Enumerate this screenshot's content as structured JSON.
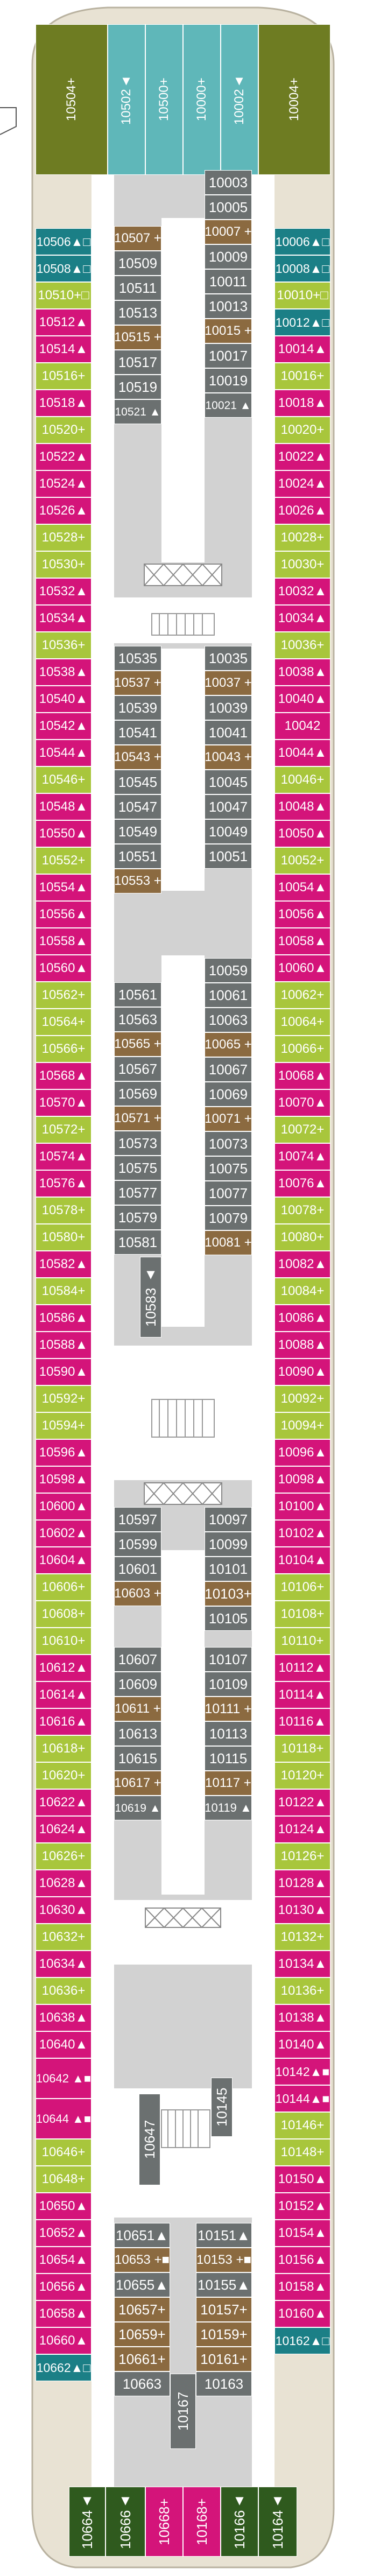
{
  "colors": {
    "magenta": "#d4147a",
    "lime": "#a8c63c",
    "teal": "#1b7f86",
    "grey": "#6b7070",
    "brown": "#8b6a40",
    "olive": "#6e7c22",
    "darkgreen": "#2f5a1e",
    "hull": "#e8e2d3",
    "core": "#d2d2d2",
    "corridor": "#ffffff",
    "aqua": "#5fb7b9"
  },
  "top_cabins": [
    {
      "label": "10504+",
      "color": "olive"
    },
    {
      "label": "10502▲",
      "color": "aqua"
    },
    {
      "label": "10500+",
      "color": "aqua"
    },
    {
      "label": "10000+",
      "color": "aqua"
    },
    {
      "label": "10002▲",
      "color": "aqua"
    },
    {
      "label": "10004+",
      "color": "olive"
    }
  ],
  "left_cabins": [
    {
      "label": "10506▲□",
      "color": "teal"
    },
    {
      "label": "10508▲□",
      "color": "teal"
    },
    {
      "label": "10510+□",
      "color": "lime"
    },
    {
      "label": "10512▲",
      "color": "magenta"
    },
    {
      "label": "10514▲",
      "color": "magenta"
    },
    {
      "label": "10516+",
      "color": "lime"
    },
    {
      "label": "10518▲",
      "color": "magenta"
    },
    {
      "label": "10520+",
      "color": "lime"
    },
    {
      "label": "10522▲",
      "color": "magenta"
    },
    {
      "label": "10524▲",
      "color": "magenta"
    },
    {
      "label": "10526▲",
      "color": "magenta"
    },
    {
      "label": "10528+",
      "color": "lime"
    },
    {
      "label": "10530+",
      "color": "lime"
    },
    {
      "label": "10532▲",
      "color": "magenta"
    },
    {
      "label": "10534▲",
      "color": "magenta"
    },
    {
      "label": "10536+",
      "color": "lime"
    },
    {
      "label": "10538▲",
      "color": "magenta"
    },
    {
      "label": "10540▲",
      "color": "magenta"
    },
    {
      "label": "10542▲",
      "color": "magenta"
    },
    {
      "label": "10544▲",
      "color": "magenta"
    },
    {
      "label": "10546+",
      "color": "lime"
    },
    {
      "label": "10548▲",
      "color": "magenta"
    },
    {
      "label": "10550▲",
      "color": "magenta"
    },
    {
      "label": "10552+",
      "color": "lime"
    },
    {
      "label": "10554▲",
      "color": "magenta"
    },
    {
      "label": "10556▲",
      "color": "magenta"
    },
    {
      "label": "10558▲",
      "color": "magenta"
    },
    {
      "label": "10560▲",
      "color": "magenta"
    },
    {
      "label": "10562+",
      "color": "lime"
    },
    {
      "label": "10564+",
      "color": "lime"
    },
    {
      "label": "10566+",
      "color": "lime"
    },
    {
      "label": "10568▲",
      "color": "magenta"
    },
    {
      "label": "10570▲",
      "color": "magenta"
    },
    {
      "label": "10572+",
      "color": "lime"
    },
    {
      "label": "10574▲",
      "color": "magenta"
    },
    {
      "label": "10576▲",
      "color": "magenta"
    },
    {
      "label": "10578+",
      "color": "lime"
    },
    {
      "label": "10580+",
      "color": "lime"
    },
    {
      "label": "10582▲",
      "color": "magenta"
    },
    {
      "label": "10584+",
      "color": "lime"
    },
    {
      "label": "10586▲",
      "color": "magenta"
    },
    {
      "label": "10588▲",
      "color": "magenta"
    },
    {
      "label": "10590▲",
      "color": "magenta"
    },
    {
      "label": "10592+",
      "color": "lime"
    },
    {
      "label": "10594+",
      "color": "lime"
    },
    {
      "label": "10596▲",
      "color": "magenta"
    },
    {
      "label": "10598▲",
      "color": "magenta"
    },
    {
      "label": "10600▲",
      "color": "magenta"
    },
    {
      "label": "10602▲",
      "color": "magenta"
    },
    {
      "label": "10604▲",
      "color": "magenta"
    },
    {
      "label": "10606+",
      "color": "lime"
    },
    {
      "label": "10608+",
      "color": "lime"
    },
    {
      "label": "10610+",
      "color": "lime"
    },
    {
      "label": "10612▲",
      "color": "magenta"
    },
    {
      "label": "10614▲",
      "color": "magenta"
    },
    {
      "label": "10616▲",
      "color": "magenta"
    },
    {
      "label": "10618+",
      "color": "lime"
    },
    {
      "label": "10620+",
      "color": "lime"
    },
    {
      "label": "10622▲",
      "color": "magenta"
    },
    {
      "label": "10624▲",
      "color": "magenta"
    },
    {
      "label": "10626+",
      "color": "lime"
    },
    {
      "label": "10628▲",
      "color": "magenta"
    },
    {
      "label": "10630▲",
      "color": "magenta"
    },
    {
      "label": "10632+",
      "color": "lime"
    },
    {
      "label": "10634▲",
      "color": "magenta"
    },
    {
      "label": "10636+",
      "color": "lime"
    },
    {
      "label": "10638▲",
      "color": "magenta"
    },
    {
      "label": "10640▲",
      "color": "magenta"
    },
    {
      "label": "10642 ▲■",
      "color": "magenta",
      "tall": true
    },
    {
      "label": "10644 ▲■",
      "color": "magenta",
      "tall": true
    },
    {
      "label": "10646+",
      "color": "lime"
    },
    {
      "label": "10648+",
      "color": "lime"
    },
    {
      "label": "10650▲",
      "color": "magenta"
    },
    {
      "label": "10652▲",
      "color": "magenta"
    },
    {
      "label": "10654▲",
      "color": "magenta"
    },
    {
      "label": "10656▲",
      "color": "magenta"
    },
    {
      "label": "10658▲",
      "color": "magenta"
    },
    {
      "label": "10660▲",
      "color": "magenta"
    },
    {
      "label": "10662▲□",
      "color": "teal"
    }
  ],
  "right_cabins": [
    {
      "label": "10006▲□",
      "color": "teal"
    },
    {
      "label": "10008▲□",
      "color": "teal"
    },
    {
      "label": "10010+□",
      "color": "lime"
    },
    {
      "label": "10012▲□",
      "color": "teal"
    },
    {
      "label": "10014▲",
      "color": "magenta"
    },
    {
      "label": "10016+",
      "color": "lime"
    },
    {
      "label": "10018▲",
      "color": "magenta"
    },
    {
      "label": "10020+",
      "color": "lime"
    },
    {
      "label": "10022▲",
      "color": "magenta"
    },
    {
      "label": "10024▲",
      "color": "magenta"
    },
    {
      "label": "10026▲",
      "color": "magenta"
    },
    {
      "label": "10028+",
      "color": "lime"
    },
    {
      "label": "10030+",
      "color": "lime"
    },
    {
      "label": "10032▲",
      "color": "magenta"
    },
    {
      "label": "10034▲",
      "color": "magenta"
    },
    {
      "label": "10036+",
      "color": "lime"
    },
    {
      "label": "10038▲",
      "color": "magenta"
    },
    {
      "label": "10040▲",
      "color": "magenta"
    },
    {
      "label": "10042",
      "color": "magenta"
    },
    {
      "label": "10044▲",
      "color": "magenta"
    },
    {
      "label": "10046+",
      "color": "lime"
    },
    {
      "label": "10048▲",
      "color": "magenta"
    },
    {
      "label": "10050▲",
      "color": "magenta"
    },
    {
      "label": "10052+",
      "color": "lime"
    },
    {
      "label": "10054▲",
      "color": "magenta"
    },
    {
      "label": "10056▲",
      "color": "magenta"
    },
    {
      "label": "10058▲",
      "color": "magenta"
    },
    {
      "label": "10060▲",
      "color": "magenta"
    },
    {
      "label": "10062+",
      "color": "lime"
    },
    {
      "label": "10064+",
      "color": "lime"
    },
    {
      "label": "10066+",
      "color": "lime"
    },
    {
      "label": "10068▲",
      "color": "magenta"
    },
    {
      "label": "10070▲",
      "color": "magenta"
    },
    {
      "label": "10072+",
      "color": "lime"
    },
    {
      "label": "10074▲",
      "color": "magenta"
    },
    {
      "label": "10076▲",
      "color": "magenta"
    },
    {
      "label": "10078+",
      "color": "lime"
    },
    {
      "label": "10080+",
      "color": "lime"
    },
    {
      "label": "10082▲",
      "color": "magenta"
    },
    {
      "label": "10084+",
      "color": "lime"
    },
    {
      "label": "10086▲",
      "color": "magenta"
    },
    {
      "label": "10088▲",
      "color": "magenta"
    },
    {
      "label": "10090▲",
      "color": "magenta"
    },
    {
      "label": "10092+",
      "color": "lime"
    },
    {
      "label": "10094+",
      "color": "lime"
    },
    {
      "label": "10096▲",
      "color": "magenta"
    },
    {
      "label": "10098▲",
      "color": "magenta"
    },
    {
      "label": "10100▲",
      "color": "magenta"
    },
    {
      "label": "10102▲",
      "color": "magenta"
    },
    {
      "label": "10104▲",
      "color": "magenta"
    },
    {
      "label": "10106+",
      "color": "lime"
    },
    {
      "label": "10108+",
      "color": "lime"
    },
    {
      "label": "10110+",
      "color": "lime"
    },
    {
      "label": "10112▲",
      "color": "magenta"
    },
    {
      "label": "10114▲",
      "color": "magenta"
    },
    {
      "label": "10116▲",
      "color": "magenta"
    },
    {
      "label": "10118+",
      "color": "lime"
    },
    {
      "label": "10120+",
      "color": "lime"
    },
    {
      "label": "10122▲",
      "color": "magenta"
    },
    {
      "label": "10124▲",
      "color": "magenta"
    },
    {
      "label": "10126+",
      "color": "lime"
    },
    {
      "label": "10128▲",
      "color": "magenta"
    },
    {
      "label": "10130▲",
      "color": "magenta"
    },
    {
      "label": "10132+",
      "color": "lime"
    },
    {
      "label": "10134▲",
      "color": "magenta"
    },
    {
      "label": "10136+",
      "color": "lime"
    },
    {
      "label": "10138▲",
      "color": "magenta"
    },
    {
      "label": "10140▲",
      "color": "magenta"
    },
    {
      "label": "10142▲■",
      "color": "magenta"
    },
    {
      "label": "10144▲■",
      "color": "magenta"
    },
    {
      "label": "10146+",
      "color": "lime"
    },
    {
      "label": "10148+",
      "color": "lime"
    },
    {
      "label": "10150▲",
      "color": "magenta"
    },
    {
      "label": "10152▲",
      "color": "magenta"
    },
    {
      "label": "10154▲",
      "color": "magenta"
    },
    {
      "label": "10156▲",
      "color": "magenta"
    },
    {
      "label": "10158▲",
      "color": "magenta"
    },
    {
      "label": "10160▲",
      "color": "magenta"
    },
    {
      "label": "10162▲□",
      "color": "teal"
    }
  ],
  "inner_upper_left": [
    {
      "label": "10507 +",
      "color": "brown"
    },
    {
      "label": "10509",
      "color": "grey"
    },
    {
      "label": "10511",
      "color": "grey"
    },
    {
      "label": "10513",
      "color": "grey"
    },
    {
      "label": "10515 +",
      "color": "brown"
    },
    {
      "label": "10517",
      "color": "grey"
    },
    {
      "label": "10519",
      "color": "grey"
    },
    {
      "label": "10521 ▲",
      "color": "grey"
    }
  ],
  "inner_upper_right": [
    {
      "label": "10003",
      "color": "grey"
    },
    {
      "label": "10005",
      "color": "grey"
    },
    {
      "label": "10007 +",
      "color": "brown"
    },
    {
      "label": "10009",
      "color": "grey"
    },
    {
      "label": "10011",
      "color": "grey"
    },
    {
      "label": "10013",
      "color": "grey"
    },
    {
      "label": "10015 +",
      "color": "brown"
    },
    {
      "label": "10017",
      "color": "grey"
    },
    {
      "label": "10019",
      "color": "grey"
    },
    {
      "label": "10021 ▲",
      "color": "grey"
    }
  ],
  "inner_mid_left": [
    {
      "label": "10535",
      "color": "grey"
    },
    {
      "label": "10537 +",
      "color": "brown"
    },
    {
      "label": "10539",
      "color": "grey"
    },
    {
      "label": "10541",
      "color": "grey"
    },
    {
      "label": "10543 +",
      "color": "brown"
    },
    {
      "label": "10545",
      "color": "grey"
    },
    {
      "label": "10547",
      "color": "grey"
    },
    {
      "label": "10549",
      "color": "grey"
    },
    {
      "label": "10551",
      "color": "grey"
    },
    {
      "label": "10553 +",
      "color": "brown"
    }
  ],
  "inner_mid_right": [
    {
      "label": "10035",
      "color": "grey"
    },
    {
      "label": "10037 +",
      "color": "brown"
    },
    {
      "label": "10039",
      "color": "grey"
    },
    {
      "label": "10041",
      "color": "grey"
    },
    {
      "label": "10043 +",
      "color": "brown"
    },
    {
      "label": "10045",
      "color": "grey"
    },
    {
      "label": "10047",
      "color": "grey"
    },
    {
      "label": "10049",
      "color": "grey"
    },
    {
      "label": "10051",
      "color": "grey"
    }
  ],
  "inner_low_left": [
    {
      "label": "10561",
      "color": "grey"
    },
    {
      "label": "10563",
      "color": "grey"
    },
    {
      "label": "10565 +",
      "color": "brown"
    },
    {
      "label": "10567",
      "color": "grey"
    },
    {
      "label": "10569",
      "color": "grey"
    },
    {
      "label": "10571 +",
      "color": "brown"
    },
    {
      "label": "10573",
      "color": "grey"
    },
    {
      "label": "10575",
      "color": "grey"
    },
    {
      "label": "10577",
      "color": "grey"
    },
    {
      "label": "10579",
      "color": "grey"
    },
    {
      "label": "10581",
      "color": "grey"
    }
  ],
  "inner_low_right": [
    {
      "label": "10059",
      "color": "grey"
    },
    {
      "label": "10061",
      "color": "grey"
    },
    {
      "label": "10063",
      "color": "grey"
    },
    {
      "label": "10065 +",
      "color": "brown"
    },
    {
      "label": "10067",
      "color": "grey"
    },
    {
      "label": "10069",
      "color": "grey"
    },
    {
      "label": "10071 +",
      "color": "brown"
    },
    {
      "label": "10073",
      "color": "grey"
    },
    {
      "label": "10075",
      "color": "grey"
    },
    {
      "label": "10077",
      "color": "grey"
    },
    {
      "label": "10079",
      "color": "grey"
    },
    {
      "label": "10081 +",
      "color": "brown"
    }
  ],
  "cabin_10583": {
    "label": "10583 ▲",
    "color": "grey"
  },
  "inner_a_left": [
    {
      "label": "10597",
      "color": "grey"
    },
    {
      "label": "10599",
      "color": "grey"
    },
    {
      "label": "10601",
      "color": "grey"
    },
    {
      "label": "10603 +",
      "color": "brown"
    }
  ],
  "inner_a_right": [
    {
      "label": "10097",
      "color": "grey"
    },
    {
      "label": "10099",
      "color": "grey"
    },
    {
      "label": "10101",
      "color": "grey"
    },
    {
      "label": "10103+",
      "color": "brown"
    },
    {
      "label": "10105",
      "color": "grey"
    }
  ],
  "inner_b_left": [
    {
      "label": "10607",
      "color": "grey"
    },
    {
      "label": "10609",
      "color": "grey"
    },
    {
      "label": "10611 +",
      "color": "brown"
    },
    {
      "label": "10613",
      "color": "grey"
    },
    {
      "label": "10615",
      "color": "grey"
    },
    {
      "label": "10617 +",
      "color": "brown"
    },
    {
      "label": "10619 ▲",
      "color": "grey"
    }
  ],
  "inner_b_right": [
    {
      "label": "10107",
      "color": "grey"
    },
    {
      "label": "10109",
      "color": "grey"
    },
    {
      "label": "10111 +",
      "color": "brown"
    },
    {
      "label": "10113",
      "color": "grey"
    },
    {
      "label": "10115",
      "color": "grey"
    },
    {
      "label": "10117 +",
      "color": "brown"
    },
    {
      "label": "10119 ▲",
      "color": "grey"
    }
  ],
  "cabin_10647": {
    "label": "10647",
    "color": "grey"
  },
  "cabin_10145": {
    "label": "10145",
    "color": "grey"
  },
  "inner_c_left": [
    {
      "label": "10651▲",
      "color": "grey"
    },
    {
      "label": "10653 +■",
      "color": "brown"
    },
    {
      "label": "10655▲",
      "color": "grey"
    },
    {
      "label": "10657+",
      "color": "brown"
    },
    {
      "label": "10659+",
      "color": "brown"
    },
    {
      "label": "10661+",
      "color": "brown"
    },
    {
      "label": "10663",
      "color": "grey"
    }
  ],
  "inner_c_right": [
    {
      "label": "10151▲",
      "color": "grey"
    },
    {
      "label": "10153 +■",
      "color": "brown"
    },
    {
      "label": "10155▲",
      "color": "grey"
    },
    {
      "label": "10157+",
      "color": "brown"
    },
    {
      "label": "10159+",
      "color": "brown"
    },
    {
      "label": "10161+",
      "color": "brown"
    },
    {
      "label": "10163",
      "color": "grey"
    }
  ],
  "cabin_10167": {
    "label": "10167",
    "color": "grey"
  },
  "bottom_cabins": [
    {
      "label": "10664▲",
      "color": "darkgreen"
    },
    {
      "label": "10666▲",
      "color": "darkgreen"
    },
    {
      "label": "10668+",
      "color": "magenta"
    },
    {
      "label": "10168+",
      "color": "magenta"
    },
    {
      "label": "10166▲",
      "color": "darkgreen"
    },
    {
      "label": "10164▲",
      "color": "darkgreen"
    }
  ]
}
